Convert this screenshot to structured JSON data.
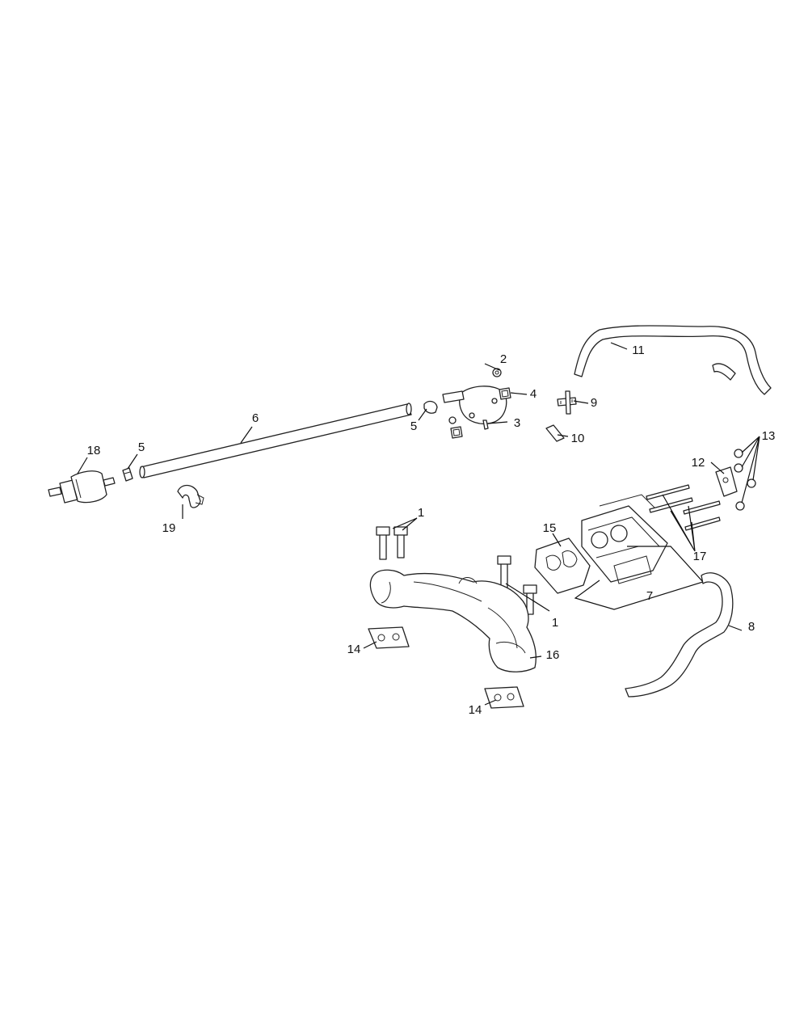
{
  "diagram": {
    "callouts": [
      {
        "id": "c1a",
        "label": "1"
      },
      {
        "id": "c1b",
        "label": "1"
      },
      {
        "id": "c2",
        "label": "2"
      },
      {
        "id": "c3",
        "label": "3"
      },
      {
        "id": "c4",
        "label": "4"
      },
      {
        "id": "c5a",
        "label": "5"
      },
      {
        "id": "c5b",
        "label": "5"
      },
      {
        "id": "c6",
        "label": "6"
      },
      {
        "id": "c7",
        "label": "7"
      },
      {
        "id": "c8",
        "label": "8"
      },
      {
        "id": "c9",
        "label": "9"
      },
      {
        "id": "c10",
        "label": "10"
      },
      {
        "id": "c11",
        "label": "11"
      },
      {
        "id": "c12",
        "label": "12"
      },
      {
        "id": "c13",
        "label": "13"
      },
      {
        "id": "c14a",
        "label": "14"
      },
      {
        "id": "c14b",
        "label": "14"
      },
      {
        "id": "c15",
        "label": "15"
      },
      {
        "id": "c16",
        "label": "16"
      },
      {
        "id": "c17",
        "label": "17"
      },
      {
        "id": "c18",
        "label": "18"
      },
      {
        "id": "c19",
        "label": "19"
      }
    ]
  }
}
